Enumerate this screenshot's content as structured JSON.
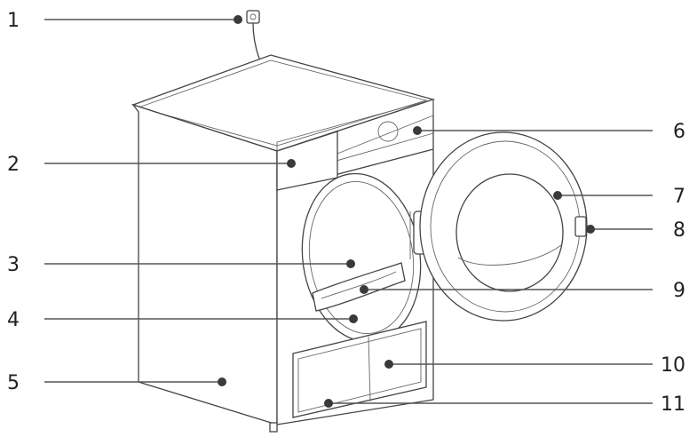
{
  "labels": [
    {
      "id": "1",
      "text": "1"
    },
    {
      "id": "2",
      "text": "2"
    },
    {
      "id": "3",
      "text": "3"
    },
    {
      "id": "4",
      "text": "4"
    },
    {
      "id": "5",
      "text": "5"
    },
    {
      "id": "6",
      "text": "6"
    },
    {
      "id": "7",
      "text": "7"
    },
    {
      "id": "8",
      "text": "8"
    },
    {
      "id": "9",
      "text": "9"
    },
    {
      "id": "10",
      "text": "10"
    },
    {
      "id": "11",
      "text": "11"
    }
  ],
  "colors": {
    "line": "#555555",
    "dot": "#3a3a3a",
    "text": "#222222"
  }
}
